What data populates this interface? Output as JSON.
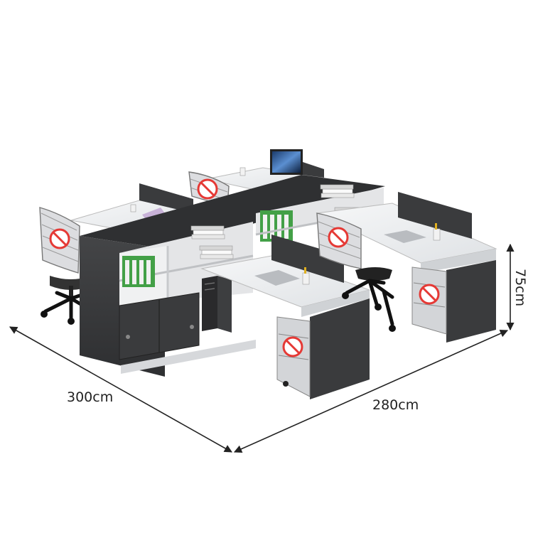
{
  "dimensions": {
    "width_label": "300cm",
    "depth_label": "280cm",
    "height_label": "75cm"
  },
  "colors": {
    "panel_dark": "#3a3b3d",
    "panel_darker": "#2b2c2e",
    "desk_top": "#eef0f2",
    "desk_edge": "#c9ccd0",
    "binder_green": "#4caf50",
    "no_sign_red": "#e53935",
    "chair_mesh": "#d9dadc",
    "dimension_line": "#222222"
  },
  "icons": {
    "no_sign": "prohibition-sign-icon"
  }
}
